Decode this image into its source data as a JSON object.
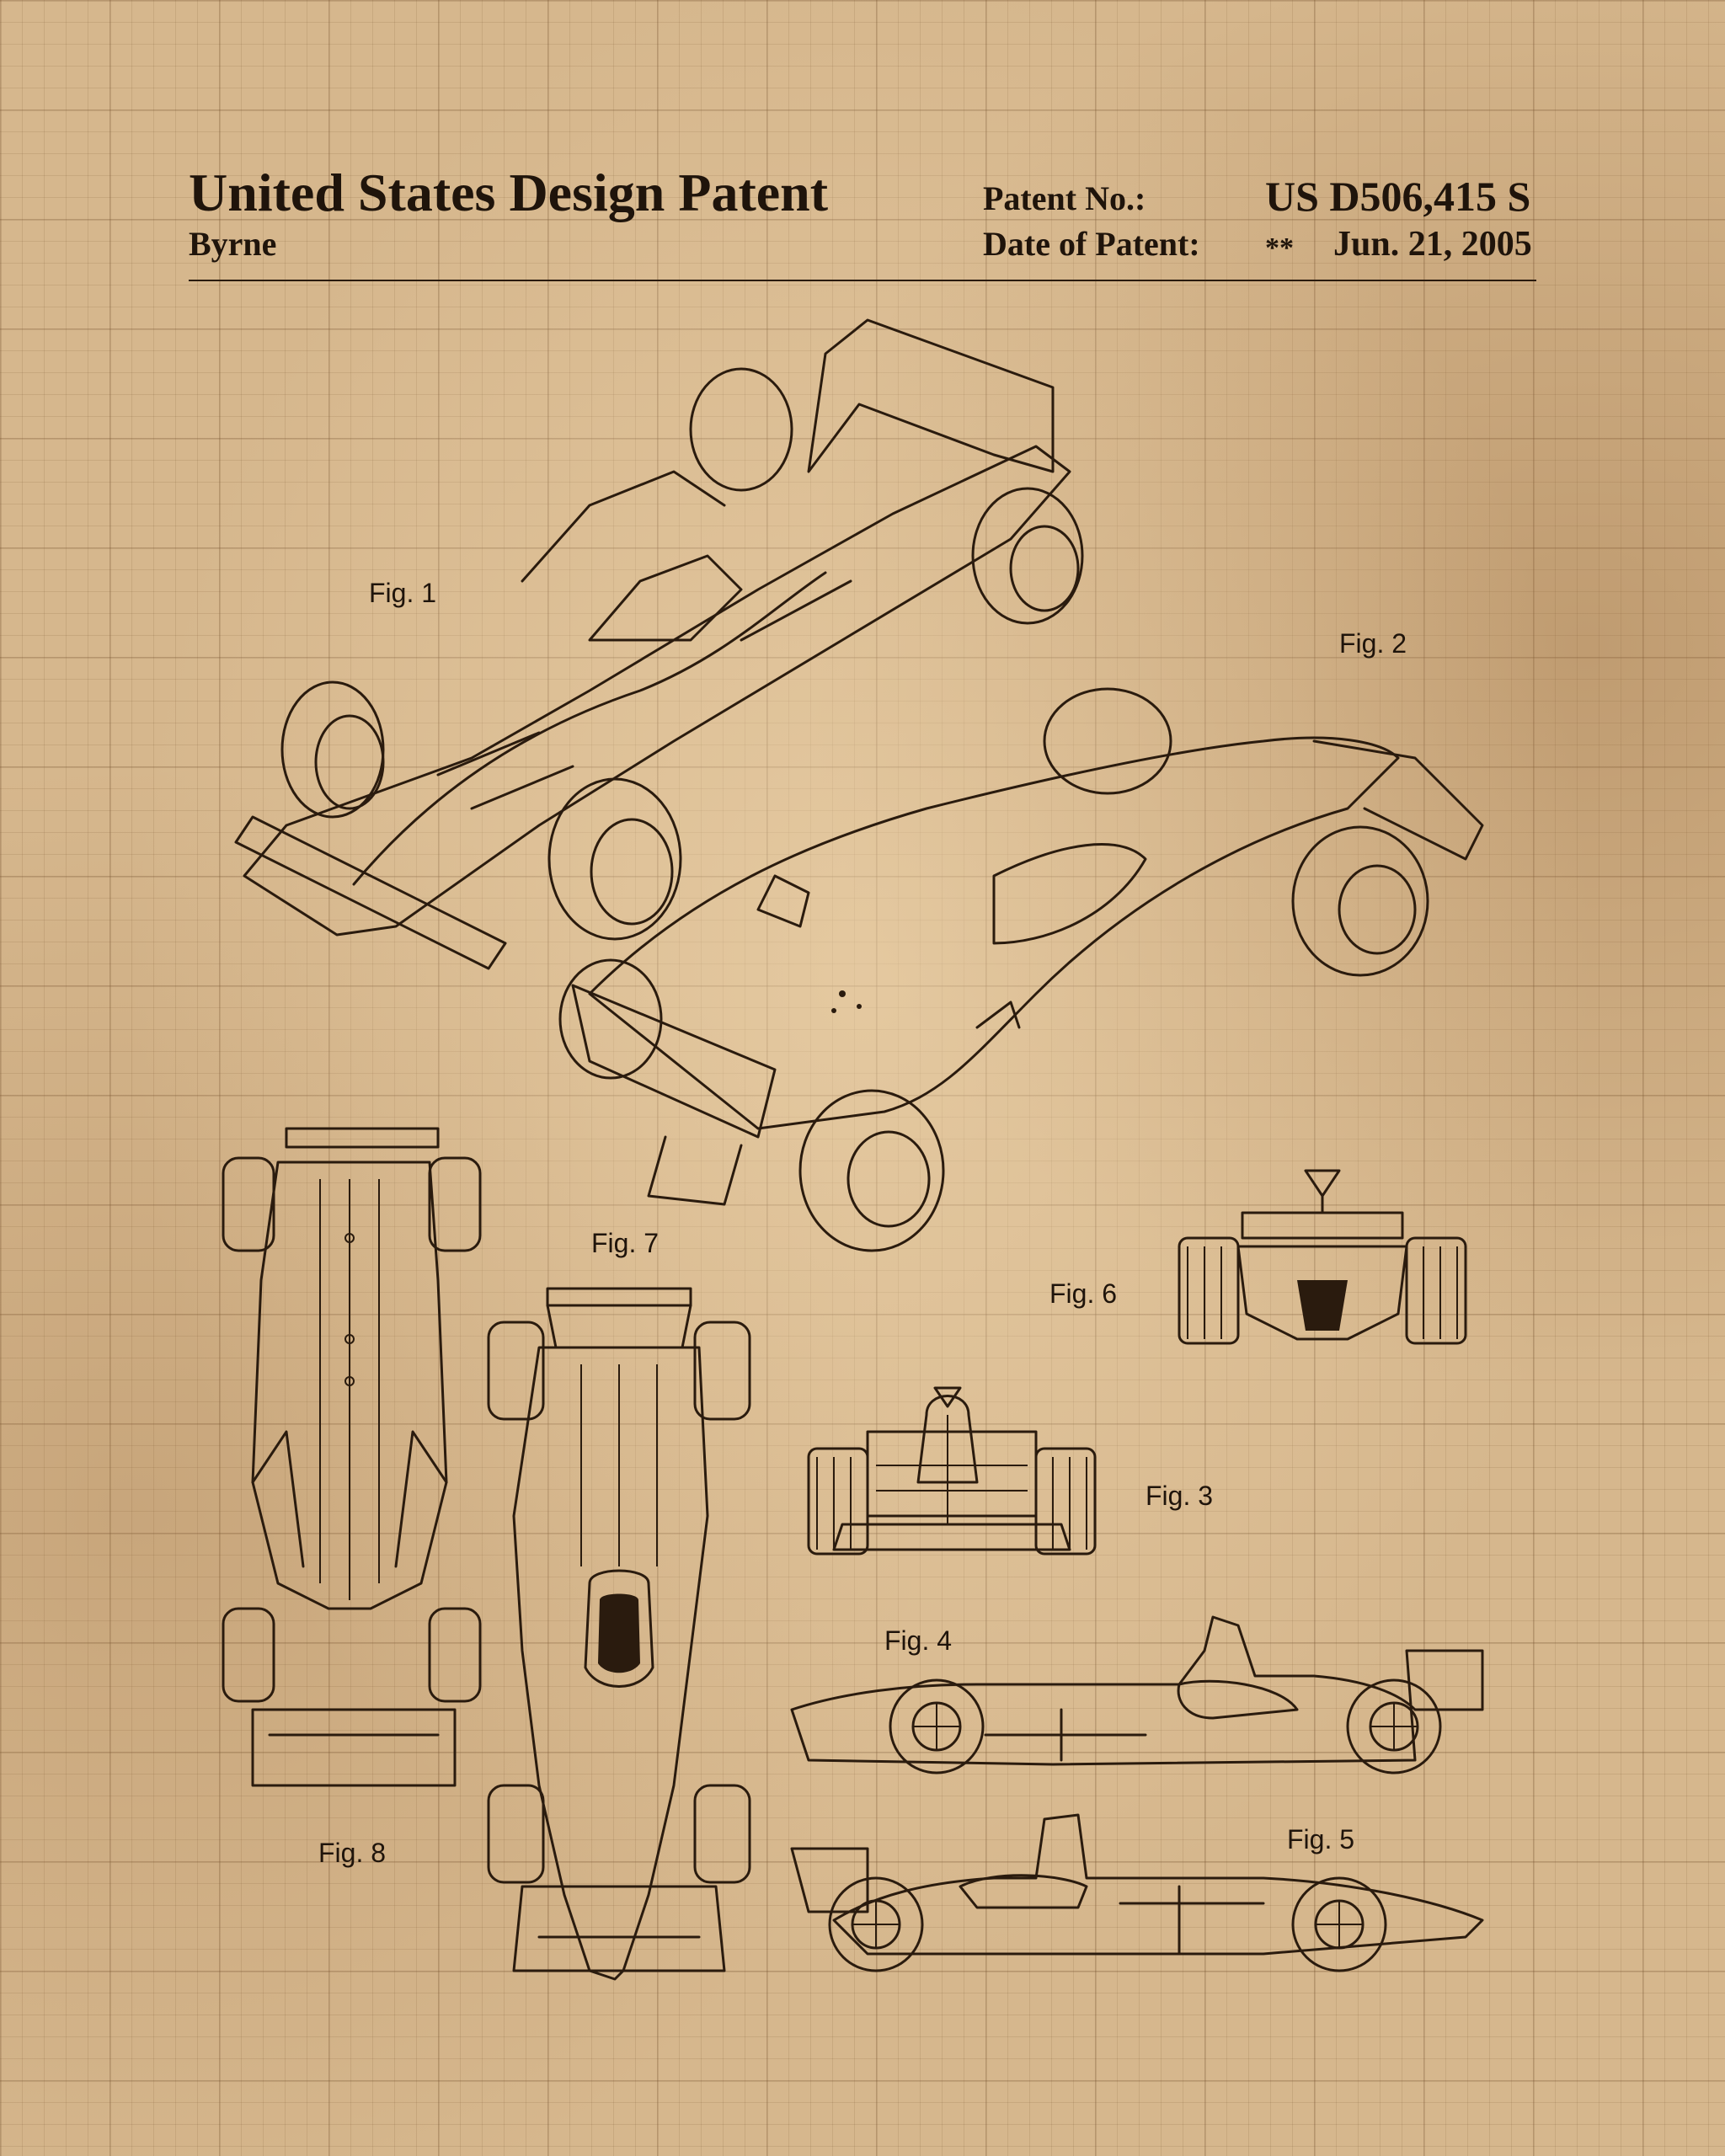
{
  "header": {
    "title": "United States Design Patent",
    "inventor": "Byrne",
    "patent_no_label": "Patent No.:",
    "patent_no": "US D506,415 S",
    "date_label": "Date of Patent:",
    "date_marks": "**",
    "date": "Jun. 21, 2005"
  },
  "figures": {
    "fig1": "Fig. 1",
    "fig2": "Fig. 2",
    "fig3": "Fig. 3",
    "fig4": "Fig. 4",
    "fig5": "Fig. 5",
    "fig6": "Fig. 6",
    "fig7": "Fig. 7",
    "fig8": "Fig. 8"
  },
  "colors": {
    "paper": "#d6b78d",
    "ink": "#2a1b0e"
  }
}
